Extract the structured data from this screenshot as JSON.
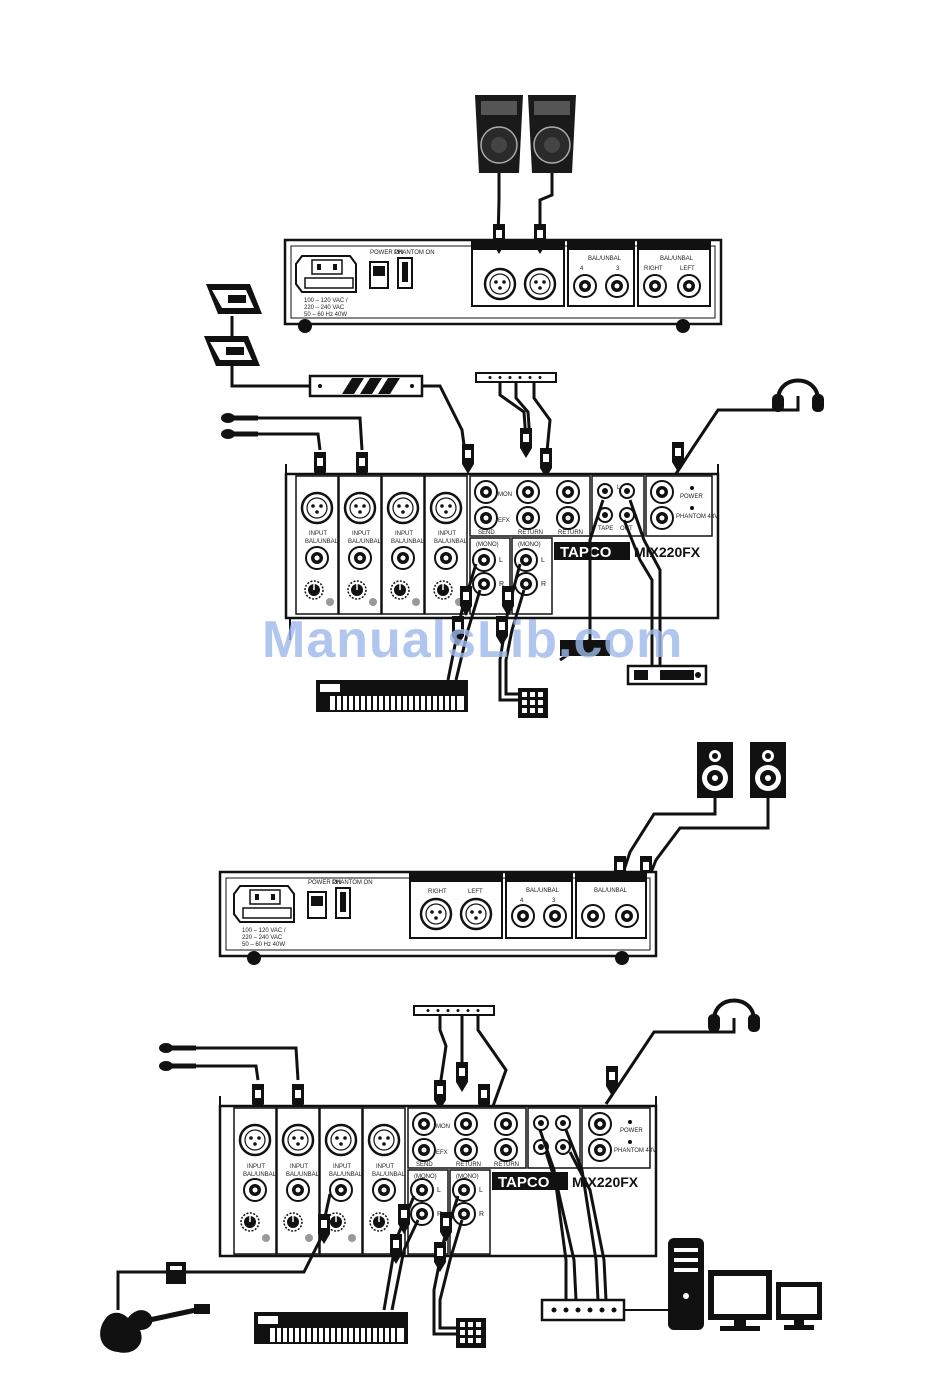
{
  "mixer": {
    "brand": "TAPCO",
    "model": "MIX220FX",
    "channel_input_label": "INPUT",
    "channel_balanced_label": "BAL/UNBAL",
    "send_label": "SEND",
    "return_label": "RETURN",
    "mon_label": "MON",
    "efx_label": "EFX",
    "mono_label": "(MONO)",
    "left_label": "L",
    "right_label": "R",
    "mono_side_label": "MONO",
    "power_label": "POWER",
    "phantom_label": "PHANTOM 48V",
    "out_label": "OUT",
    "tape_label": "TAPE"
  },
  "rear_panel": {
    "power_label": "POWER ON",
    "phantom_label": "PHANTOM ON",
    "balanced_label": "BAL/UNBAL",
    "right_label": "RIGHT",
    "left_label": "LEFT",
    "ch4_label": "4",
    "ch3_label": "3",
    "voltage_lines": [
      "100 – 120 VAC /",
      "220 – 240 VAC",
      "50 – 60 Hz 40W"
    ]
  },
  "watermark": "ManualsLib.com"
}
